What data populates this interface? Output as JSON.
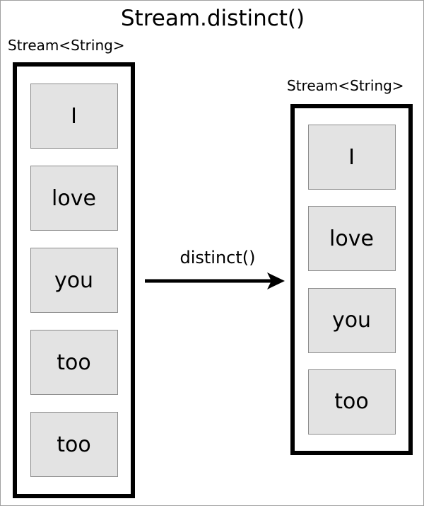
{
  "title": "Stream.distinct()",
  "source": {
    "label": "Stream<String>",
    "items": [
      "I",
      "love",
      "you",
      "too",
      "too"
    ]
  },
  "operation": {
    "label": "distinct()"
  },
  "result": {
    "label": "Stream<String>",
    "items": [
      "I",
      "love",
      "you",
      "too"
    ]
  },
  "colors": {
    "box_fill": "#e3e3e3",
    "box_border": "#8c8c8c",
    "container_border": "#000000",
    "canvas_border": "#a0a0a0",
    "arrow": "#000000"
  }
}
